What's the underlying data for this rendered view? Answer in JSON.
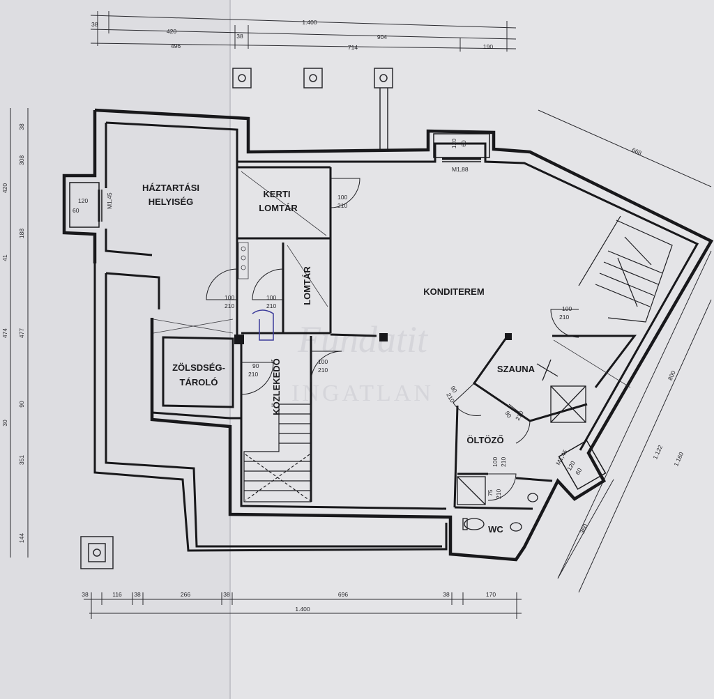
{
  "rooms": {
    "haztartasi_1": "HÁZTARTÁSI",
    "haztartasi_2": "HELYISÉG",
    "kerti_1": "KERTI",
    "kerti_2": "LOMTÁR",
    "lomtar": "LOMTÁR",
    "konditerem": "KONDITEREM",
    "szauna": "SZAUNA",
    "zoldseg_1": "ZÖLSDSÉG-",
    "zoldseg_2": "TÁROLÓ",
    "kozlekedo": "KÖZLEKEDŐ",
    "oltozo": "ÖLTÖZŐ",
    "wc": "WC"
  },
  "watermark": {
    "line1": "Fundatit",
    "line2": "INGATLAN"
  },
  "top_dimensions": {
    "row1": [
      "38",
      "1.400"
    ],
    "row2": [
      "420",
      "38",
      "904"
    ],
    "row3": [
      "496",
      "714",
      "190"
    ]
  },
  "bottom_dimensions": {
    "row1": [
      "38",
      "116",
      "38",
      "266",
      "38",
      "696",
      "38",
      "170"
    ],
    "row2": [
      "1.400"
    ]
  },
  "left_dimensions": [
    "38",
    "308",
    "420",
    "188",
    "41",
    "474",
    "477",
    "90",
    "30",
    "351",
    "144"
  ],
  "right_dimensions": [
    "668",
    "800",
    "1.122",
    "1.160",
    "360"
  ],
  "window_labels": {
    "left_1": "120",
    "left_2": "60",
    "left_m": "M1,45",
    "top_1": "120",
    "top_2": "60",
    "top_m": "M1,88",
    "right_1": "120",
    "right_2": "60",
    "right_m": "M1,45"
  },
  "door_labels": {
    "kerti_1": "100",
    "kerti_2": "210",
    "left_1": "100",
    "left_2": "210",
    "mid_1": "100",
    "mid_2": "210",
    "zold_1": "90",
    "zold_2": "210",
    "koz_1": "100",
    "koz_2": "210",
    "stair_1": "100",
    "stair_2": "210",
    "sz_1": "90",
    "sz_2": "210",
    "olt_1": "90",
    "olt_2": "210",
    "olt_door_1": "100",
    "olt_door_2": "210",
    "wc_1": "75",
    "wc_2": "210"
  }
}
